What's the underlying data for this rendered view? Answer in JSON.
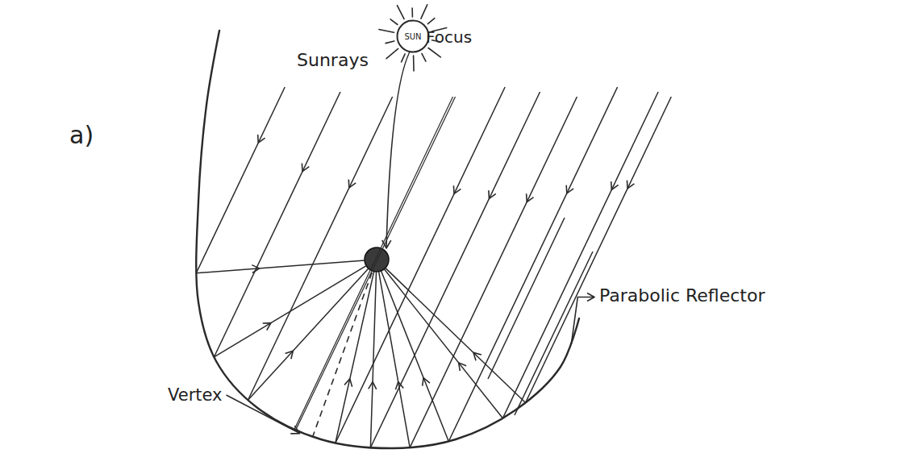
{
  "diagram": {
    "nodes": [
      {
        "text": [
          "SUN"
        ]
      }
    ],
    "labels": [
      "a)",
      "Sunrays",
      "Focus",
      "Vertex",
      "Parabolic Reflector"
    ]
  }
}
